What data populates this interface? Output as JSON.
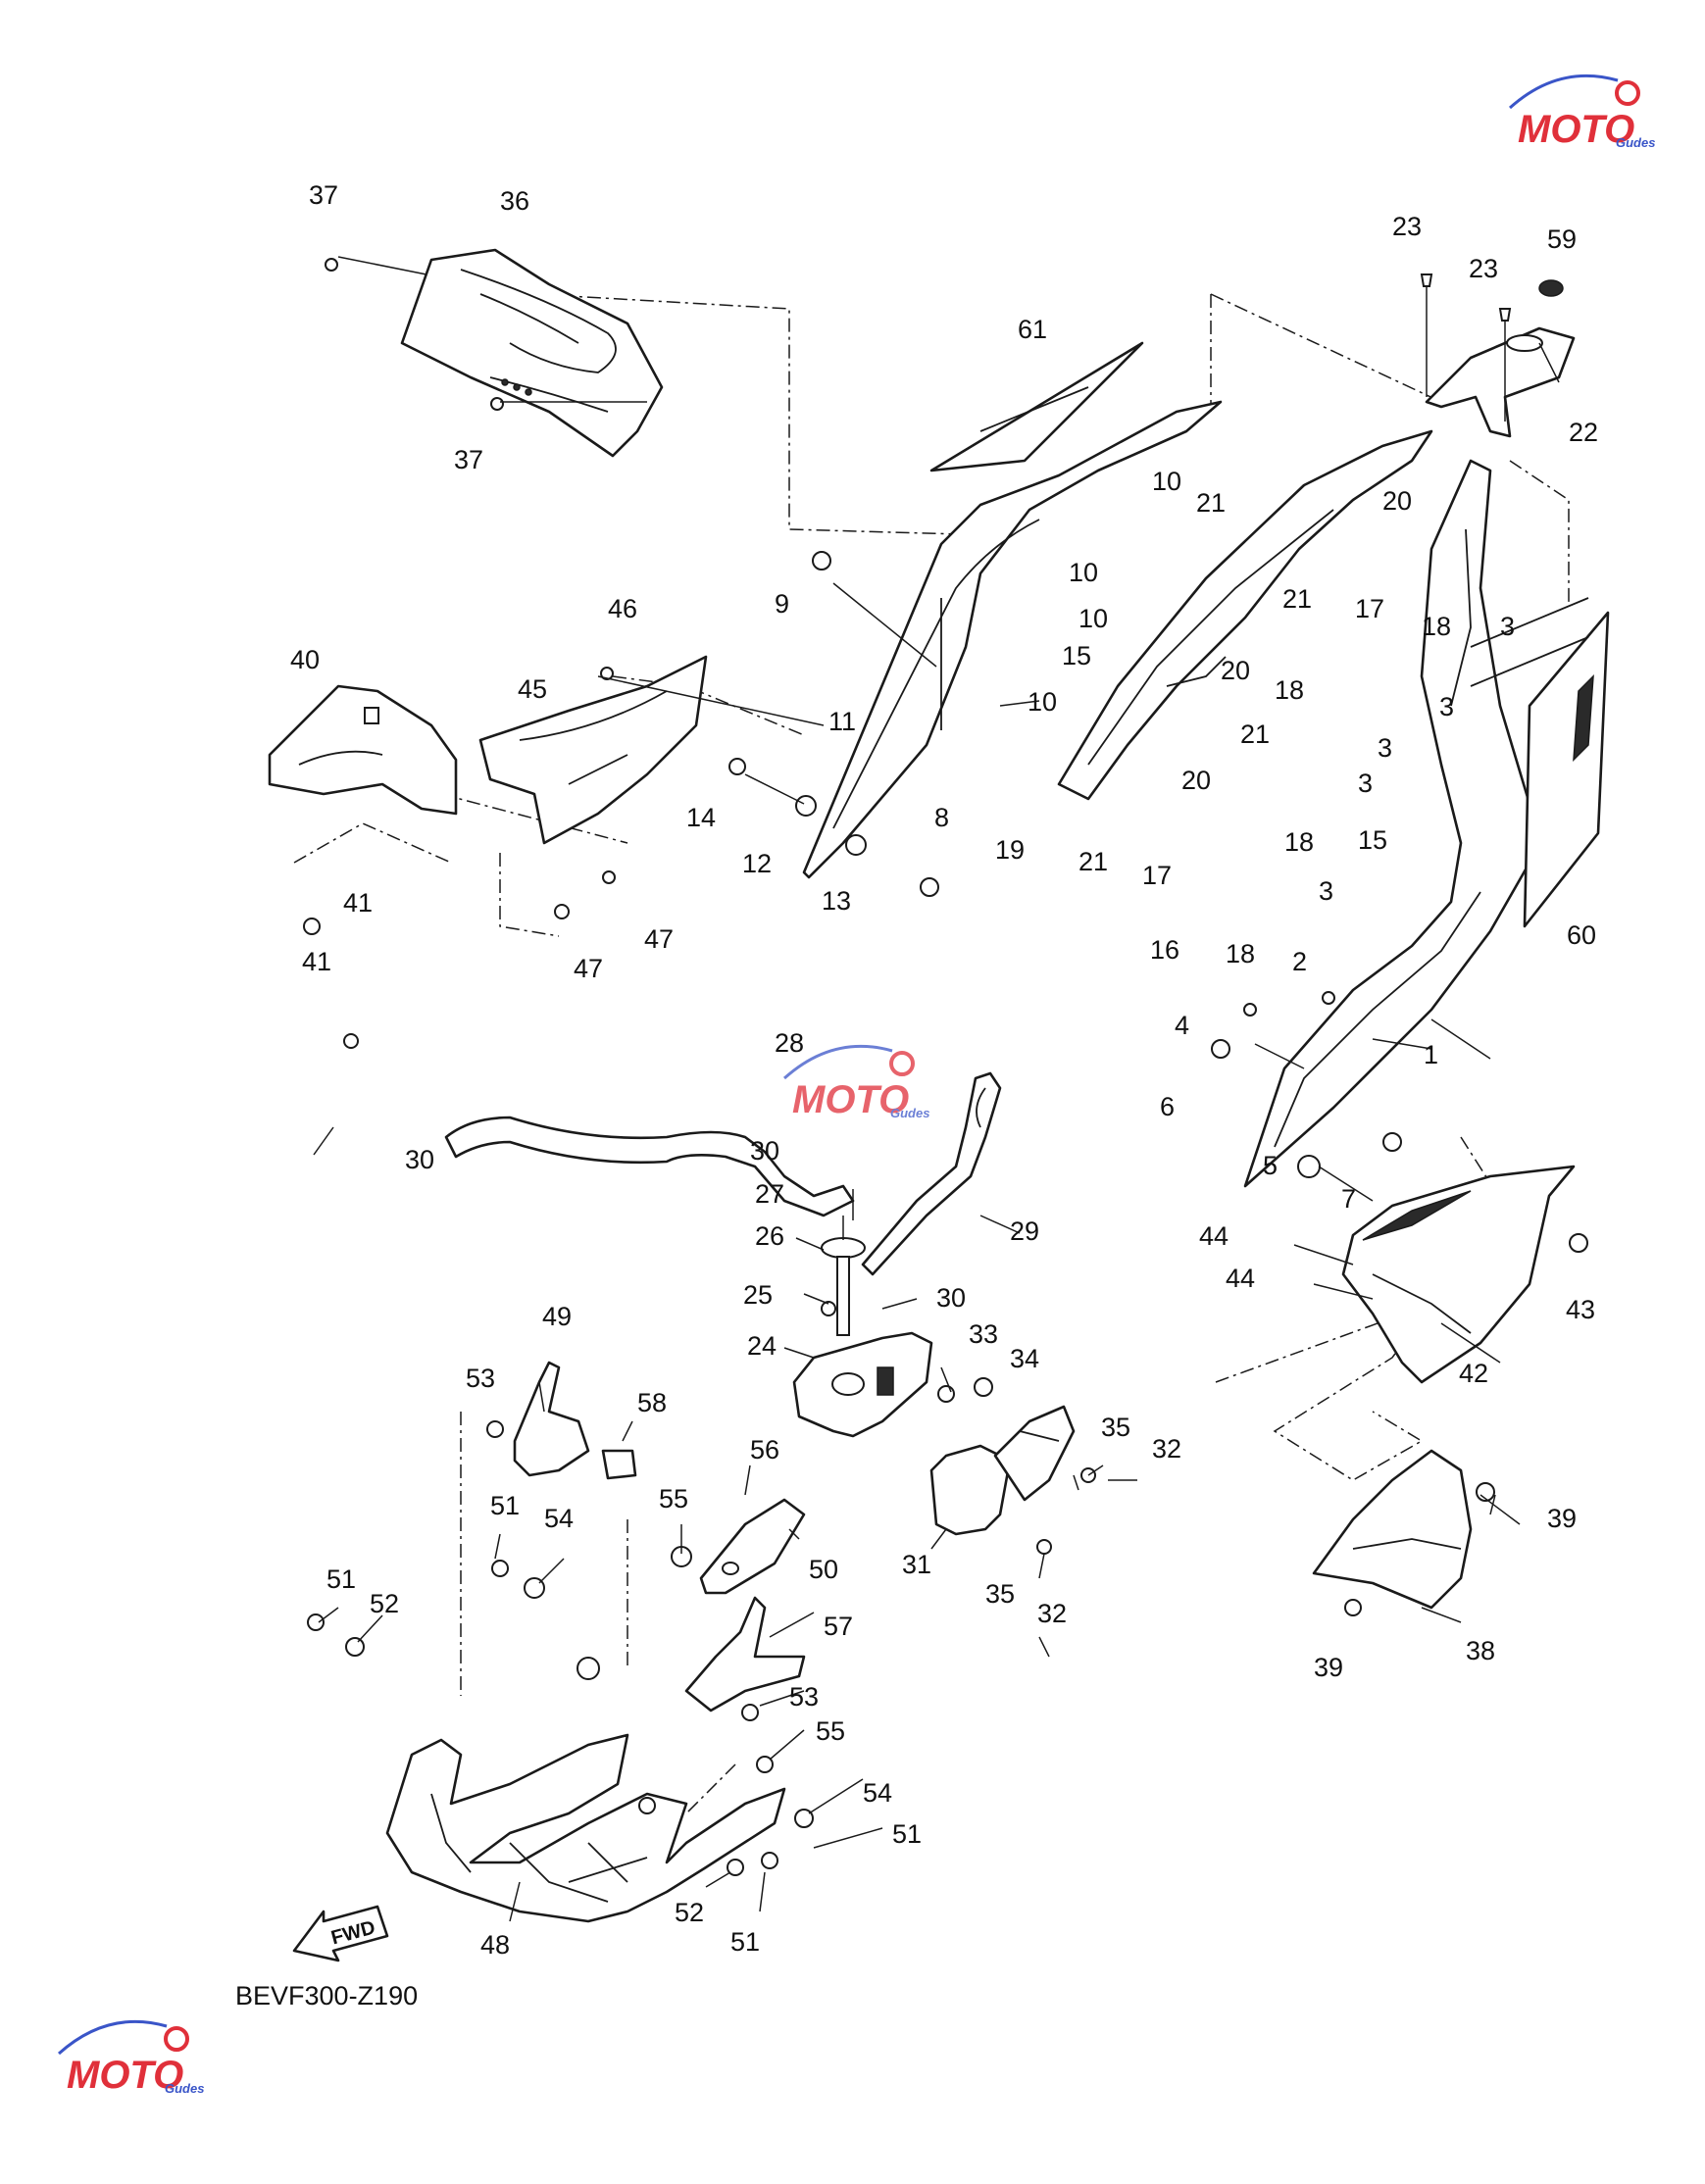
{
  "diagram_code": "BEVF300-Z190",
  "fwd_label": "FWD",
  "watermark": {
    "brand": "MOTO",
    "sub": "Gudes",
    "color_primary": "#e0303a",
    "color_secondary": "#3a55c8"
  },
  "callouts": [
    {
      "id": "c1",
      "label": "37"
    },
    {
      "id": "c2",
      "label": "36"
    },
    {
      "id": "c3",
      "label": "37"
    },
    {
      "id": "c4",
      "label": "61"
    },
    {
      "id": "c5",
      "label": "23"
    },
    {
      "id": "c6",
      "label": "23"
    },
    {
      "id": "c7",
      "label": "59"
    },
    {
      "id": "c8",
      "label": "22"
    },
    {
      "id": "c9",
      "label": "10"
    },
    {
      "id": "c10",
      "label": "21"
    },
    {
      "id": "c11",
      "label": "20"
    },
    {
      "id": "c12",
      "label": "10"
    },
    {
      "id": "c13",
      "label": "10"
    },
    {
      "id": "c14",
      "label": "9"
    },
    {
      "id": "c15",
      "label": "15"
    },
    {
      "id": "c16",
      "label": "21"
    },
    {
      "id": "c17",
      "label": "17"
    },
    {
      "id": "c18",
      "label": "3"
    },
    {
      "id": "c19",
      "label": "18"
    },
    {
      "id": "c20",
      "label": "20"
    },
    {
      "id": "c21",
      "label": "18"
    },
    {
      "id": "c22",
      "label": "46"
    },
    {
      "id": "c23",
      "label": "40"
    },
    {
      "id": "c24",
      "label": "45"
    },
    {
      "id": "c25",
      "label": "11"
    },
    {
      "id": "c26",
      "label": "10"
    },
    {
      "id": "c27",
      "label": "21"
    },
    {
      "id": "c28",
      "label": "3"
    },
    {
      "id": "c29",
      "label": "3"
    },
    {
      "id": "c30",
      "label": "3"
    },
    {
      "id": "c31",
      "label": "14"
    },
    {
      "id": "c32",
      "label": "8"
    },
    {
      "id": "c33",
      "label": "20"
    },
    {
      "id": "c34",
      "label": "12"
    },
    {
      "id": "c35",
      "label": "19"
    },
    {
      "id": "c36",
      "label": "21"
    },
    {
      "id": "c37",
      "label": "18"
    },
    {
      "id": "c38",
      "label": "15"
    },
    {
      "id": "c39",
      "label": "13"
    },
    {
      "id": "c40",
      "label": "17"
    },
    {
      "id": "c41",
      "label": "3"
    },
    {
      "id": "c42",
      "label": "60"
    },
    {
      "id": "c43",
      "label": "41"
    },
    {
      "id": "c44",
      "label": "47"
    },
    {
      "id": "c45",
      "label": "16"
    },
    {
      "id": "c46",
      "label": "18"
    },
    {
      "id": "c47",
      "label": "2"
    },
    {
      "id": "c48",
      "label": "41"
    },
    {
      "id": "c49",
      "label": "47"
    },
    {
      "id": "c50",
      "label": "4"
    },
    {
      "id": "c51",
      "label": "1"
    },
    {
      "id": "c52",
      "label": "28"
    },
    {
      "id": "c53",
      "label": "6"
    },
    {
      "id": "c54",
      "label": "30"
    },
    {
      "id": "c55",
      "label": "5"
    },
    {
      "id": "c56",
      "label": "30"
    },
    {
      "id": "c57",
      "label": "7"
    },
    {
      "id": "c58",
      "label": "27"
    },
    {
      "id": "c59",
      "label": "29"
    },
    {
      "id": "c60",
      "label": "26"
    },
    {
      "id": "c61",
      "label": "44"
    },
    {
      "id": "c62",
      "label": "43"
    },
    {
      "id": "c63",
      "label": "44"
    },
    {
      "id": "c64",
      "label": "25"
    },
    {
      "id": "c65",
      "label": "30"
    },
    {
      "id": "c66",
      "label": "49"
    },
    {
      "id": "c67",
      "label": "24"
    },
    {
      "id": "c68",
      "label": "33"
    },
    {
      "id": "c69",
      "label": "42"
    },
    {
      "id": "c70",
      "label": "34"
    },
    {
      "id": "c71",
      "label": "53"
    },
    {
      "id": "c72",
      "label": "58"
    },
    {
      "id": "c73",
      "label": "35"
    },
    {
      "id": "c74",
      "label": "32"
    },
    {
      "id": "c75",
      "label": "56"
    },
    {
      "id": "c76",
      "label": "51"
    },
    {
      "id": "c77",
      "label": "54"
    },
    {
      "id": "c78",
      "label": "55"
    },
    {
      "id": "c79",
      "label": "39"
    },
    {
      "id": "c80",
      "label": "50"
    },
    {
      "id": "c81",
      "label": "31"
    },
    {
      "id": "c82",
      "label": "35"
    },
    {
      "id": "c83",
      "label": "51"
    },
    {
      "id": "c84",
      "label": "32"
    },
    {
      "id": "c85",
      "label": "52"
    },
    {
      "id": "c86",
      "label": "57"
    },
    {
      "id": "c87",
      "label": "38"
    },
    {
      "id": "c88",
      "label": "39"
    },
    {
      "id": "c89",
      "label": "53"
    },
    {
      "id": "c90",
      "label": "55"
    },
    {
      "id": "c91",
      "label": "54"
    },
    {
      "id": "c92",
      "label": "51"
    },
    {
      "id": "c93",
      "label": "52"
    },
    {
      "id": "c94",
      "label": "48"
    },
    {
      "id": "c95",
      "label": "51"
    }
  ]
}
